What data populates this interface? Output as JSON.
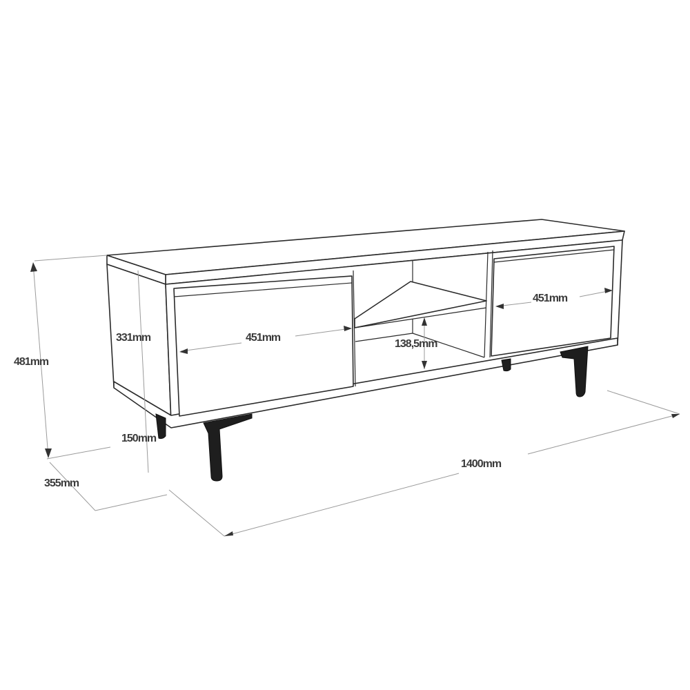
{
  "diagram": {
    "subject": "TV stand dimension drawing",
    "dimensions": {
      "total_height": "481mm",
      "body_height": "331mm",
      "leg_height": "150mm",
      "depth": "355mm",
      "width": "1400mm",
      "left_door_width": "451mm",
      "right_door_width": "451mm",
      "shelf_gap_height": "138,5mm"
    },
    "colors": {
      "line": "#2a2a2a",
      "dimension_line": "#9a9a9a",
      "leg": "#1e1e1e",
      "label": "#3a3a3a"
    }
  }
}
